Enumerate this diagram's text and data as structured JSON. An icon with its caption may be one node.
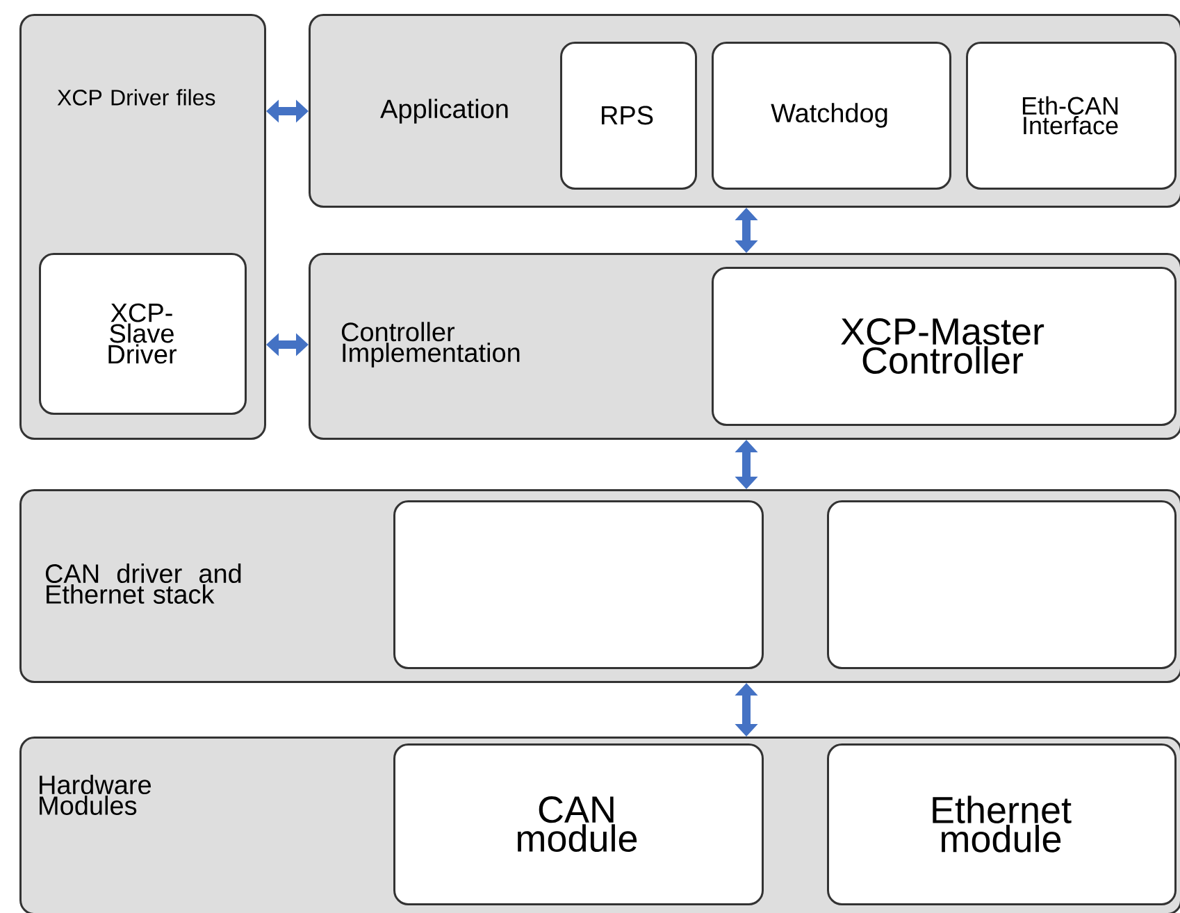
{
  "diagram": {
    "nodes": [
      {
        "text": [
          "XCP Driver files"
        ]
      },
      {
        "text": [
          "XCP-Slave Driver"
        ],
        "in": 0
      },
      {
        "text": [
          "Application"
        ]
      },
      {
        "text": [
          "RPS"
        ],
        "in": 2
      },
      {
        "text": [
          "Watchdog"
        ],
        "in": 2
      },
      {
        "text": [
          "Eth-CAN Interface"
        ],
        "in": 2
      },
      {
        "text": [
          "Controller Implementation"
        ]
      },
      {
        "text": [
          "XCP-Master Controller"
        ],
        "in": 6
      },
      {
        "text": [
          "CAN driver and Ethernet stack"
        ]
      },
      {
        "text": [],
        "shape": "box",
        "in": 8
      },
      {
        "text": [],
        "shape": "box",
        "in": 8
      },
      {
        "text": [
          "Hardware Modules"
        ]
      },
      {
        "text": [
          "CAN module"
        ],
        "in": 11
      },
      {
        "text": [
          "Ethernet module"
        ],
        "in": 11
      }
    ],
    "edges": [
      {
        "from": 0,
        "to": 2,
        "arrow": "both"
      },
      {
        "from": 0,
        "to": 6,
        "arrow": "both"
      },
      {
        "from": 2,
        "to": 6,
        "arrow": "both"
      },
      {
        "from": 6,
        "to": 8,
        "arrow": "both"
      },
      {
        "from": 8,
        "to": 11,
        "arrow": "both"
      }
    ]
  }
}
